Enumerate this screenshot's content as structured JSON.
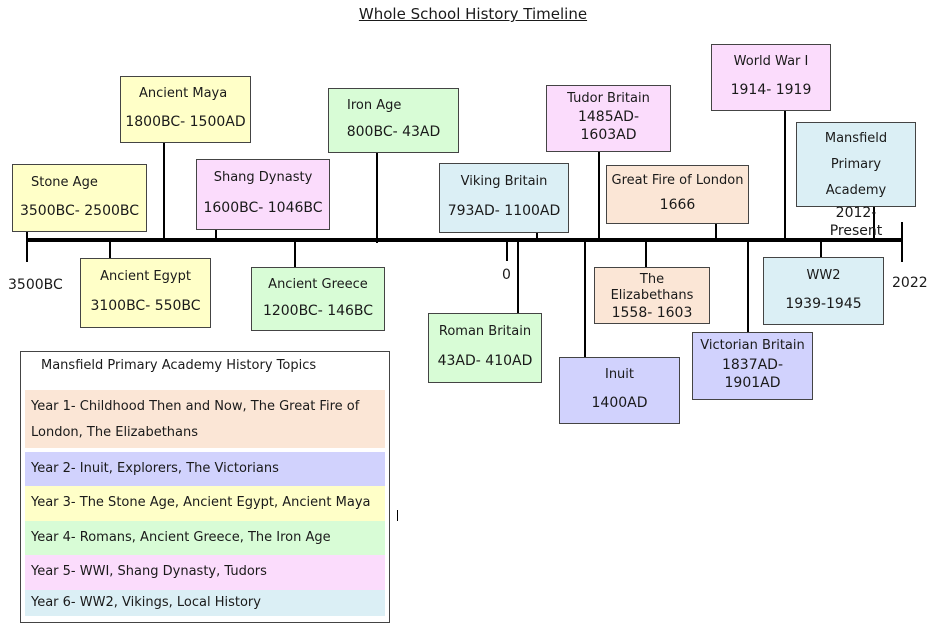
{
  "title": "Whole School History Timeline",
  "axis": {
    "start_label": "3500BC",
    "zero_label": "0",
    "end_label": "2022"
  },
  "events": [
    {
      "name": "Stone Age",
      "dates": "3500BC- 2500BC",
      "color": "#ffffc8"
    },
    {
      "name": "Ancient Egypt",
      "dates": "3100BC- 550BC",
      "color": "#ffffc8"
    },
    {
      "name": "Ancient Maya",
      "dates": "1800BC- 1500AD",
      "color": "#ffffc8"
    },
    {
      "name": "Shang Dynasty",
      "dates": "1600BC- 1046BC",
      "color": "#fbdcfc"
    },
    {
      "name": "Ancient Greece",
      "dates": "1200BC- 146BC",
      "color": "#d8fcd6"
    },
    {
      "name": "Iron Age",
      "dates": "800BC- 43AD",
      "color": "#d8fcd6"
    },
    {
      "name": "Viking Britain",
      "dates": "793AD- 1100AD",
      "color": "#dbeff5"
    },
    {
      "name": "Roman Britain",
      "dates": "43AD- 410AD",
      "color": "#d8fcd6"
    },
    {
      "name": "Tudor Britain",
      "dates": "1485AD- 1603AD",
      "color": "#fbdcfc"
    },
    {
      "name": "Inuit",
      "dates": "1400AD",
      "color": "#d1d2fd"
    },
    {
      "name": "Great Fire of London",
      "dates": "1666",
      "color": "#fbe6d6"
    },
    {
      "name": "The Elizabethans",
      "dates": "1558- 1603",
      "color": "#fbe6d6"
    },
    {
      "name": "World War I",
      "dates": "1914- 1919",
      "color": "#fbdcfc"
    },
    {
      "name": "Victorian Britain",
      "dates": "1837AD- 1901AD",
      "color": "#d1d2fd"
    },
    {
      "name": "Mansfield Primary Academy",
      "dates": "2012- Present",
      "color": "#dbeff5"
    },
    {
      "name": "WW2",
      "dates": "1939-1945",
      "color": "#dbeff5"
    }
  ],
  "legend": {
    "heading": "Mansfield Primary Academy History Topics",
    "rows": [
      {
        "text": "Year 1- Childhood Then and Now, The Great Fire of London, The Elizabethans",
        "color": "#fbe6d6"
      },
      {
        "text": "Year 2- Inuit, Explorers, The Victorians",
        "color": "#d1d2fd"
      },
      {
        "text": "Year 3- The Stone Age, Ancient Egypt, Ancient Maya",
        "color": "#ffffc8"
      },
      {
        "text": "Year 4- Romans, Ancient Greece, The Iron Age",
        "color": "#d8fcd6"
      },
      {
        "text": "Year 5- WWI, Shang Dynasty, Tudors",
        "color": "#fbdcfc"
      },
      {
        "text": "Year 6- WW2, Vikings, Local History",
        "color": "#dbeff5"
      }
    ]
  }
}
